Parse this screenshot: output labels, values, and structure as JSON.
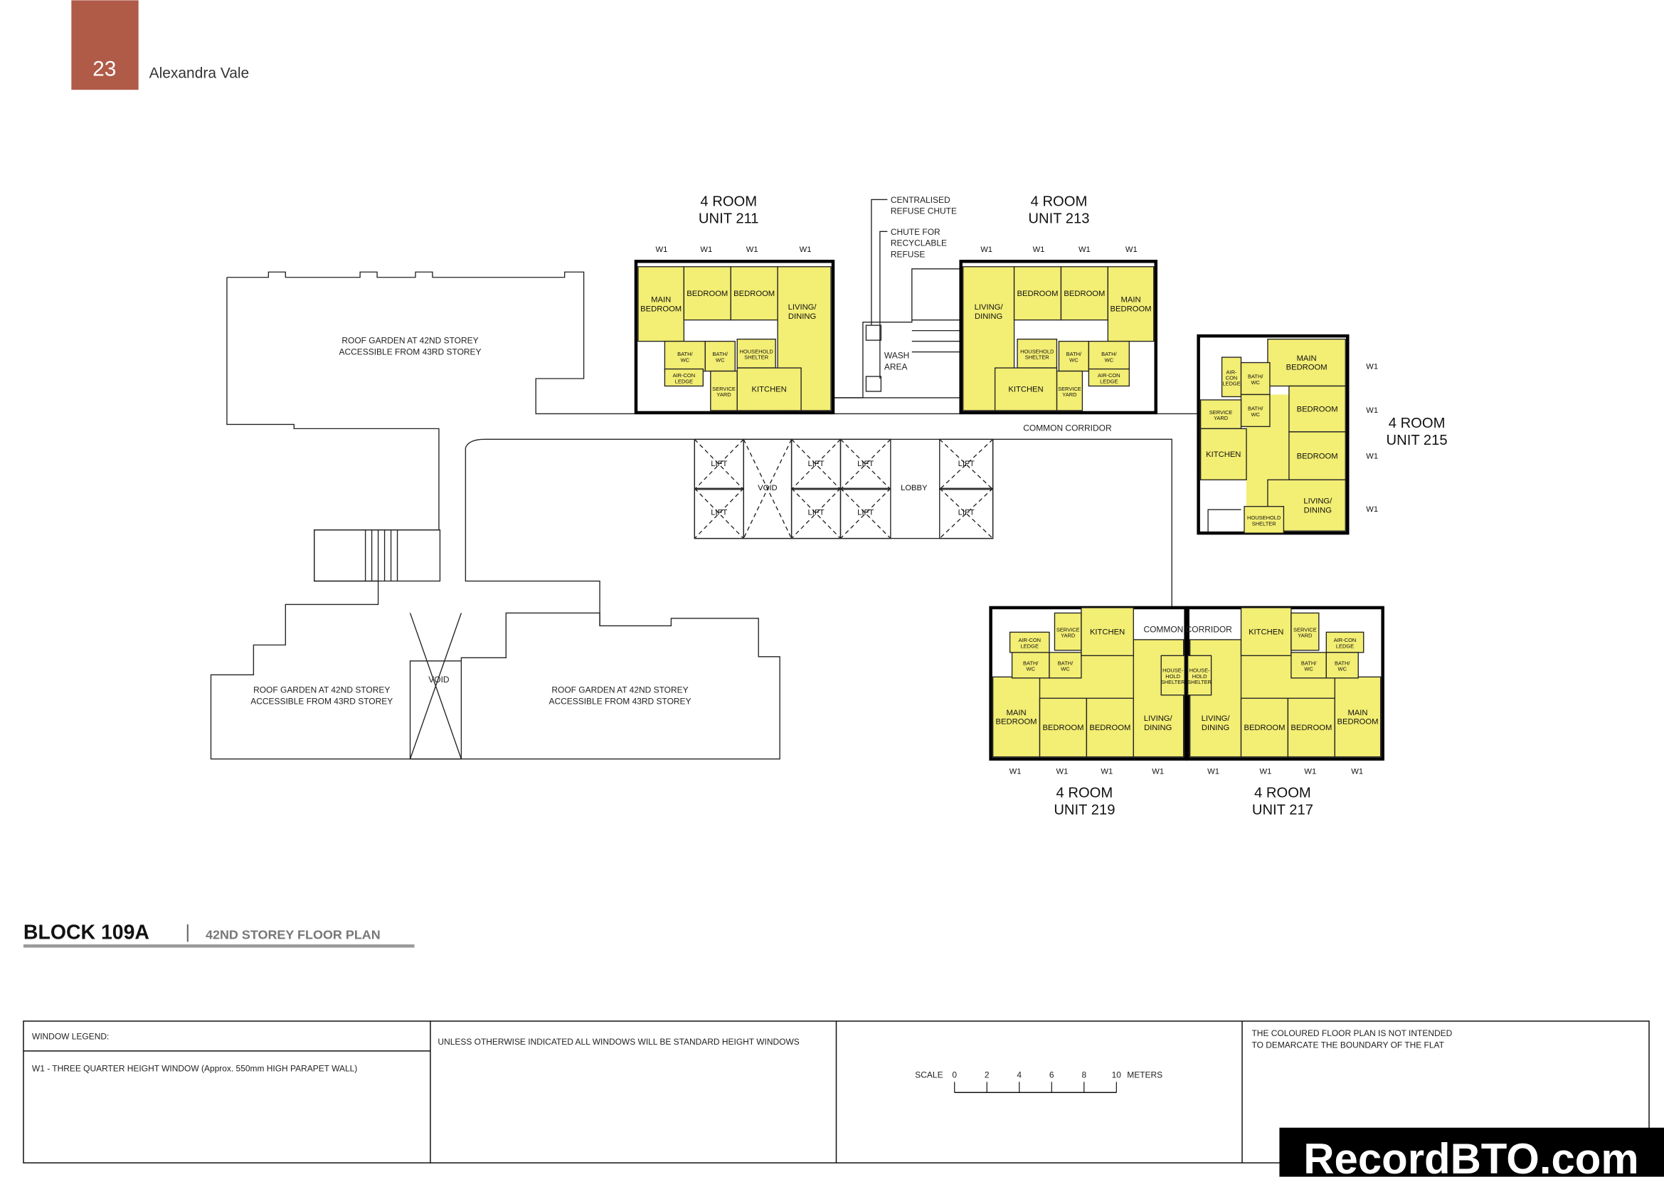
{
  "header": {
    "page_number": "23",
    "project_name": "Alexandra Vale",
    "page_badge_color": "#b05a48"
  },
  "plan": {
    "block_title": "BLOCK 109A",
    "separator": "|",
    "subtitle": "42ND STOREY FLOOR PLAN",
    "unit_fill_color": "#f3ee74",
    "window_mark": "W1",
    "units": [
      {
        "type": "4 ROOM",
        "name": "UNIT 211",
        "rooms": [
          {
            "lines": [
              "MAIN",
              "BEDROOM"
            ]
          },
          {
            "lines": [
              "BEDROOM"
            ]
          },
          {
            "lines": [
              "BEDROOM"
            ]
          },
          {
            "lines": [
              "LIVING/",
              "DINING"
            ]
          },
          {
            "lines": [
              "BATH/",
              "WC"
            ]
          },
          {
            "lines": [
              "BATH/",
              "WC"
            ]
          },
          {
            "lines": [
              "HOUSEHOLD",
              "SHELTER"
            ]
          },
          {
            "lines": [
              "AIR-CON",
              "LEDGE"
            ]
          },
          {
            "lines": [
              "SERVICE",
              "YARD"
            ]
          },
          {
            "lines": [
              "KITCHEN"
            ]
          }
        ]
      },
      {
        "type": "4 ROOM",
        "name": "UNIT 213",
        "rooms": [
          {
            "lines": [
              "LIVING/",
              "DINING"
            ]
          },
          {
            "lines": [
              "BEDROOM"
            ]
          },
          {
            "lines": [
              "BEDROOM"
            ]
          },
          {
            "lines": [
              "MAIN",
              "BEDROOM"
            ]
          },
          {
            "lines": [
              "HOUSEHOLD",
              "SHELTER"
            ]
          },
          {
            "lines": [
              "BATH/",
              "WC"
            ]
          },
          {
            "lines": [
              "BATH/",
              "WC"
            ]
          },
          {
            "lines": [
              "AIR-CON",
              "LEDGE"
            ]
          },
          {
            "lines": [
              "SERVICE",
              "YARD"
            ]
          },
          {
            "lines": [
              "KITCHEN"
            ]
          }
        ]
      },
      {
        "type": "4 ROOM",
        "name": "UNIT 215",
        "rooms": [
          {
            "lines": [
              "MAIN",
              "BEDROOM"
            ]
          },
          {
            "lines": [
              "BEDROOM"
            ]
          },
          {
            "lines": [
              "BEDROOM"
            ]
          },
          {
            "lines": [
              "LIVING/",
              "DINING"
            ]
          },
          {
            "lines": [
              "AIR-",
              "CON",
              "LEDGE"
            ]
          },
          {
            "lines": [
              "BATH/",
              "WC"
            ]
          },
          {
            "lines": [
              "BATH/",
              "WC"
            ]
          },
          {
            "lines": [
              "SERVICE",
              "YARD"
            ]
          },
          {
            "lines": [
              "KITCHEN"
            ]
          },
          {
            "lines": [
              "HOUSEHOLD",
              "SHELTER"
            ]
          }
        ]
      },
      {
        "type": "4 ROOM",
        "name": "UNIT 219",
        "rooms": [
          {
            "lines": [
              "MAIN",
              "BEDROOM"
            ]
          },
          {
            "lines": [
              "BEDROOM"
            ]
          },
          {
            "lines": [
              "BEDROOM"
            ]
          },
          {
            "lines": [
              "LIVING/",
              "DINING"
            ]
          },
          {
            "lines": [
              "BATH/",
              "WC"
            ]
          },
          {
            "lines": [
              "BATH/",
              "WC"
            ]
          },
          {
            "lines": [
              "AIR-CON",
              "LEDGE"
            ]
          },
          {
            "lines": [
              "SERVICE",
              "YARD"
            ]
          },
          {
            "lines": [
              "KITCHEN"
            ]
          },
          {
            "lines": [
              "HOUSE-",
              "HOLD",
              "SHELTER"
            ]
          }
        ]
      },
      {
        "type": "4 ROOM",
        "name": "UNIT 217",
        "rooms": [
          {
            "lines": [
              "LIVING/",
              "DINING"
            ]
          },
          {
            "lines": [
              "BEDROOM"
            ]
          },
          {
            "lines": [
              "BEDROOM"
            ]
          },
          {
            "lines": [
              "MAIN",
              "BEDROOM"
            ]
          },
          {
            "lines": [
              "KITCHEN"
            ]
          },
          {
            "lines": [
              "SERVICE",
              "YARD"
            ]
          },
          {
            "lines": [
              "AIR-CON",
              "LEDGE"
            ]
          },
          {
            "lines": [
              "BATH/",
              "WC"
            ]
          },
          {
            "lines": [
              "BATH/",
              "WC"
            ]
          },
          {
            "lines": [
              "HOUSE-",
              "HOLD",
              "SHELTER"
            ]
          }
        ]
      }
    ],
    "common": {
      "refuse_chute": [
        "CENTRALISED",
        "REFUSE CHUTE"
      ],
      "recycle_chute": [
        "CHUTE FOR",
        "RECYCLABLE",
        "REFUSE"
      ],
      "wash_area": [
        "WASH",
        "AREA"
      ],
      "common_corridor": "COMMON    CORRIDOR",
      "lift": "LIFT",
      "void": "VOID",
      "lobby": "LOBBY",
      "roof_garden": [
        "ROOF GARDEN AT 42ND STOREY",
        "ACCESSIBLE FROM 43RD STOREY"
      ]
    }
  },
  "legend": {
    "window_legend_title": "WINDOW LEGEND:",
    "window_legend_item": "W1 - THREE QUARTER HEIGHT WINDOW (Approx. 550mm HIGH PARAPET WALL)",
    "standard_note": "UNLESS OTHERWISE INDICATED ALL WINDOWS WILL BE STANDARD HEIGHT WINDOWS",
    "scale_label": "SCALE",
    "scale_ticks": [
      "0",
      "2",
      "4",
      "6",
      "8",
      "10"
    ],
    "scale_unit": "METERS",
    "disclaimer": [
      "THE COLOURED FLOOR PLAN IS NOT INTENDED",
      "TO DEMARCATE THE BOUNDARY OF THE FLAT"
    ]
  },
  "watermark": {
    "text": "RecordBTO.com"
  }
}
